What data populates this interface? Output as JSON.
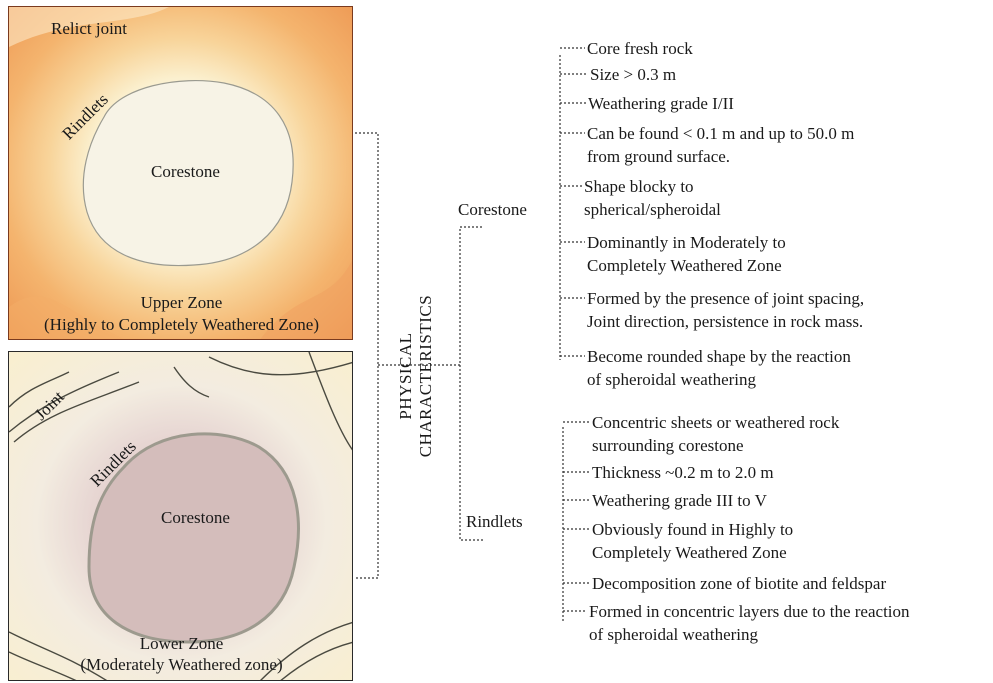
{
  "upper_panel": {
    "relict_joint": "Relict joint",
    "rindlets": "Rindlets",
    "corestone": "Corestone",
    "zone_title": "Upper Zone",
    "zone_subtitle": "(Highly to Completely Weathered Zone)"
  },
  "lower_panel": {
    "joint": "Joint",
    "rindlets": "Rindlets",
    "corestone": "Corestone",
    "zone_title": "Lower Zone",
    "zone_subtitle": "(Moderately Weathered zone)"
  },
  "vertical_title": {
    "line1": "PHYSICAL",
    "line2": "CHARACTERISTICS"
  },
  "corestone_group": {
    "label": "Corestone",
    "items": [
      [
        "Core fresh rock"
      ],
      [
        "Size > 0.3 m"
      ],
      [
        "Weathering grade I/II"
      ],
      [
        "Can be found < 0.1 m and up to 50.0 m",
        "from ground surface."
      ],
      [
        "Shape blocky to",
        "spherical/spheroidal"
      ],
      [
        "Dominantly in Moderately to",
        "Completely Weathered Zone"
      ],
      [
        "Formed by the presence of joint spacing,",
        "Joint direction, persistence in rock mass."
      ],
      [
        "Become rounded shape by the reaction",
        "of spheroidal weathering"
      ]
    ]
  },
  "rindlets_group": {
    "label": "Rindlets",
    "items": [
      [
        "Concentric sheets or weathered rock",
        "surrounding corestone"
      ],
      [
        "Thickness ~0.2 m to 2.0 m"
      ],
      [
        "Weathering grade III to V"
      ],
      [
        "Obviously found in Highly to",
        "Completely Weathered Zone"
      ],
      [
        "Decomposition zone of biotite and feldspar"
      ],
      [
        "Formed in concentric layers due to the reaction",
        "of spheroidal weathering"
      ]
    ]
  }
}
